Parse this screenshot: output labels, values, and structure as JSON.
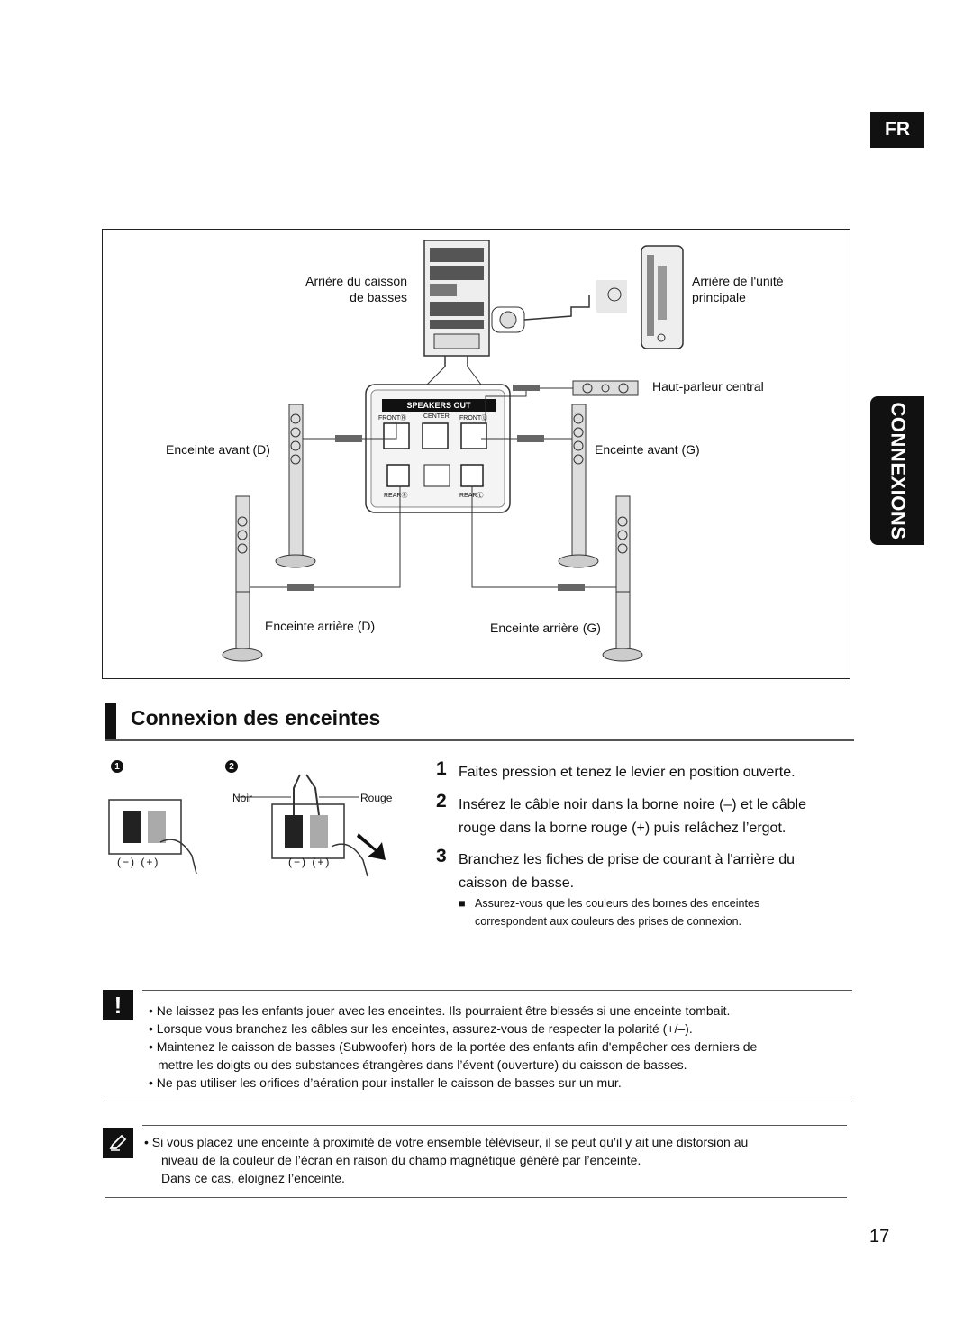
{
  "header": {
    "lang_tab": "FR",
    "section_tab": "CONNEXIONS"
  },
  "diagram": {
    "labels": {
      "subwoofer_rear_line1": "Arrière du caisson",
      "subwoofer_rear_line2": "de basses",
      "main_unit_rear_line1": "Arrière de l'unité",
      "main_unit_rear_line2": "principale",
      "center_speaker": "Haut-parleur central",
      "front_right": "Enceinte avant (D)",
      "front_left": "Enceinte avant (G)",
      "rear_right": "Enceinte arrière (D)",
      "rear_left": "Enceinte arrière (G)"
    },
    "panel": {
      "title": "SPEAKERS OUT",
      "front_r": "FRONTⓇ",
      "center": "CENTER",
      "front_l": "FRONTⓁ",
      "rear_r": "REARⓇ",
      "rear_l": "REARⓁ"
    }
  },
  "section": {
    "title": "Connexion des enceintes"
  },
  "figures": {
    "fig1_num": "1",
    "fig2_num": "2",
    "noir": "Noir",
    "rouge": "Rouge",
    "polarity": "(−) (+)"
  },
  "steps": [
    {
      "num": "1",
      "text_line1": "Faites pression et tenez le levier en position ouverte.",
      "text_line2": ""
    },
    {
      "num": "2",
      "text_line1": "Insérez le câble noir dans la borne noire (–) et le câble",
      "text_line2": "rouge dans la borne rouge (+) puis relâchez l’ergot."
    },
    {
      "num": "3",
      "text_line1": "Branchez les fiches de prise de courant à l'arrière du",
      "text_line2": "caisson de basse."
    }
  ],
  "note": {
    "bullet": "■",
    "line1": "Assurez-vous que les couleurs des bornes des enceintes",
    "line2": "correspondent aux couleurs des prises de connexion."
  },
  "warnings": [
    "• Ne laissez pas les enfants jouer avec les enceintes. Ils pourraient être blessés si une enceinte tombait.",
    "• Lorsque vous branchez les câbles sur les enceintes, assurez-vous de respecter la polarité (+/–).",
    "• Maintenez le caisson de basses (Subwoofer) hors de la portée des enfants afin d'empêcher ces derniers de",
    "mettre les doigts ou des substances étrangères dans l’évent (ouverture) du caisson de basses.",
    "• Ne pas utiliser les orifices d’aération pour installer le caisson de basses sur un mur."
  ],
  "info": [
    "• Si vous placez une enceinte à proximité de votre ensemble téléviseur, il se peut qu’il y ait une distorsion au",
    "niveau de la couleur de l’écran en raison du champ magnétique généré par l’enceinte.",
    "Dans ce cas, éloignez l’enceinte."
  ],
  "footer": {
    "page_number": "17"
  }
}
